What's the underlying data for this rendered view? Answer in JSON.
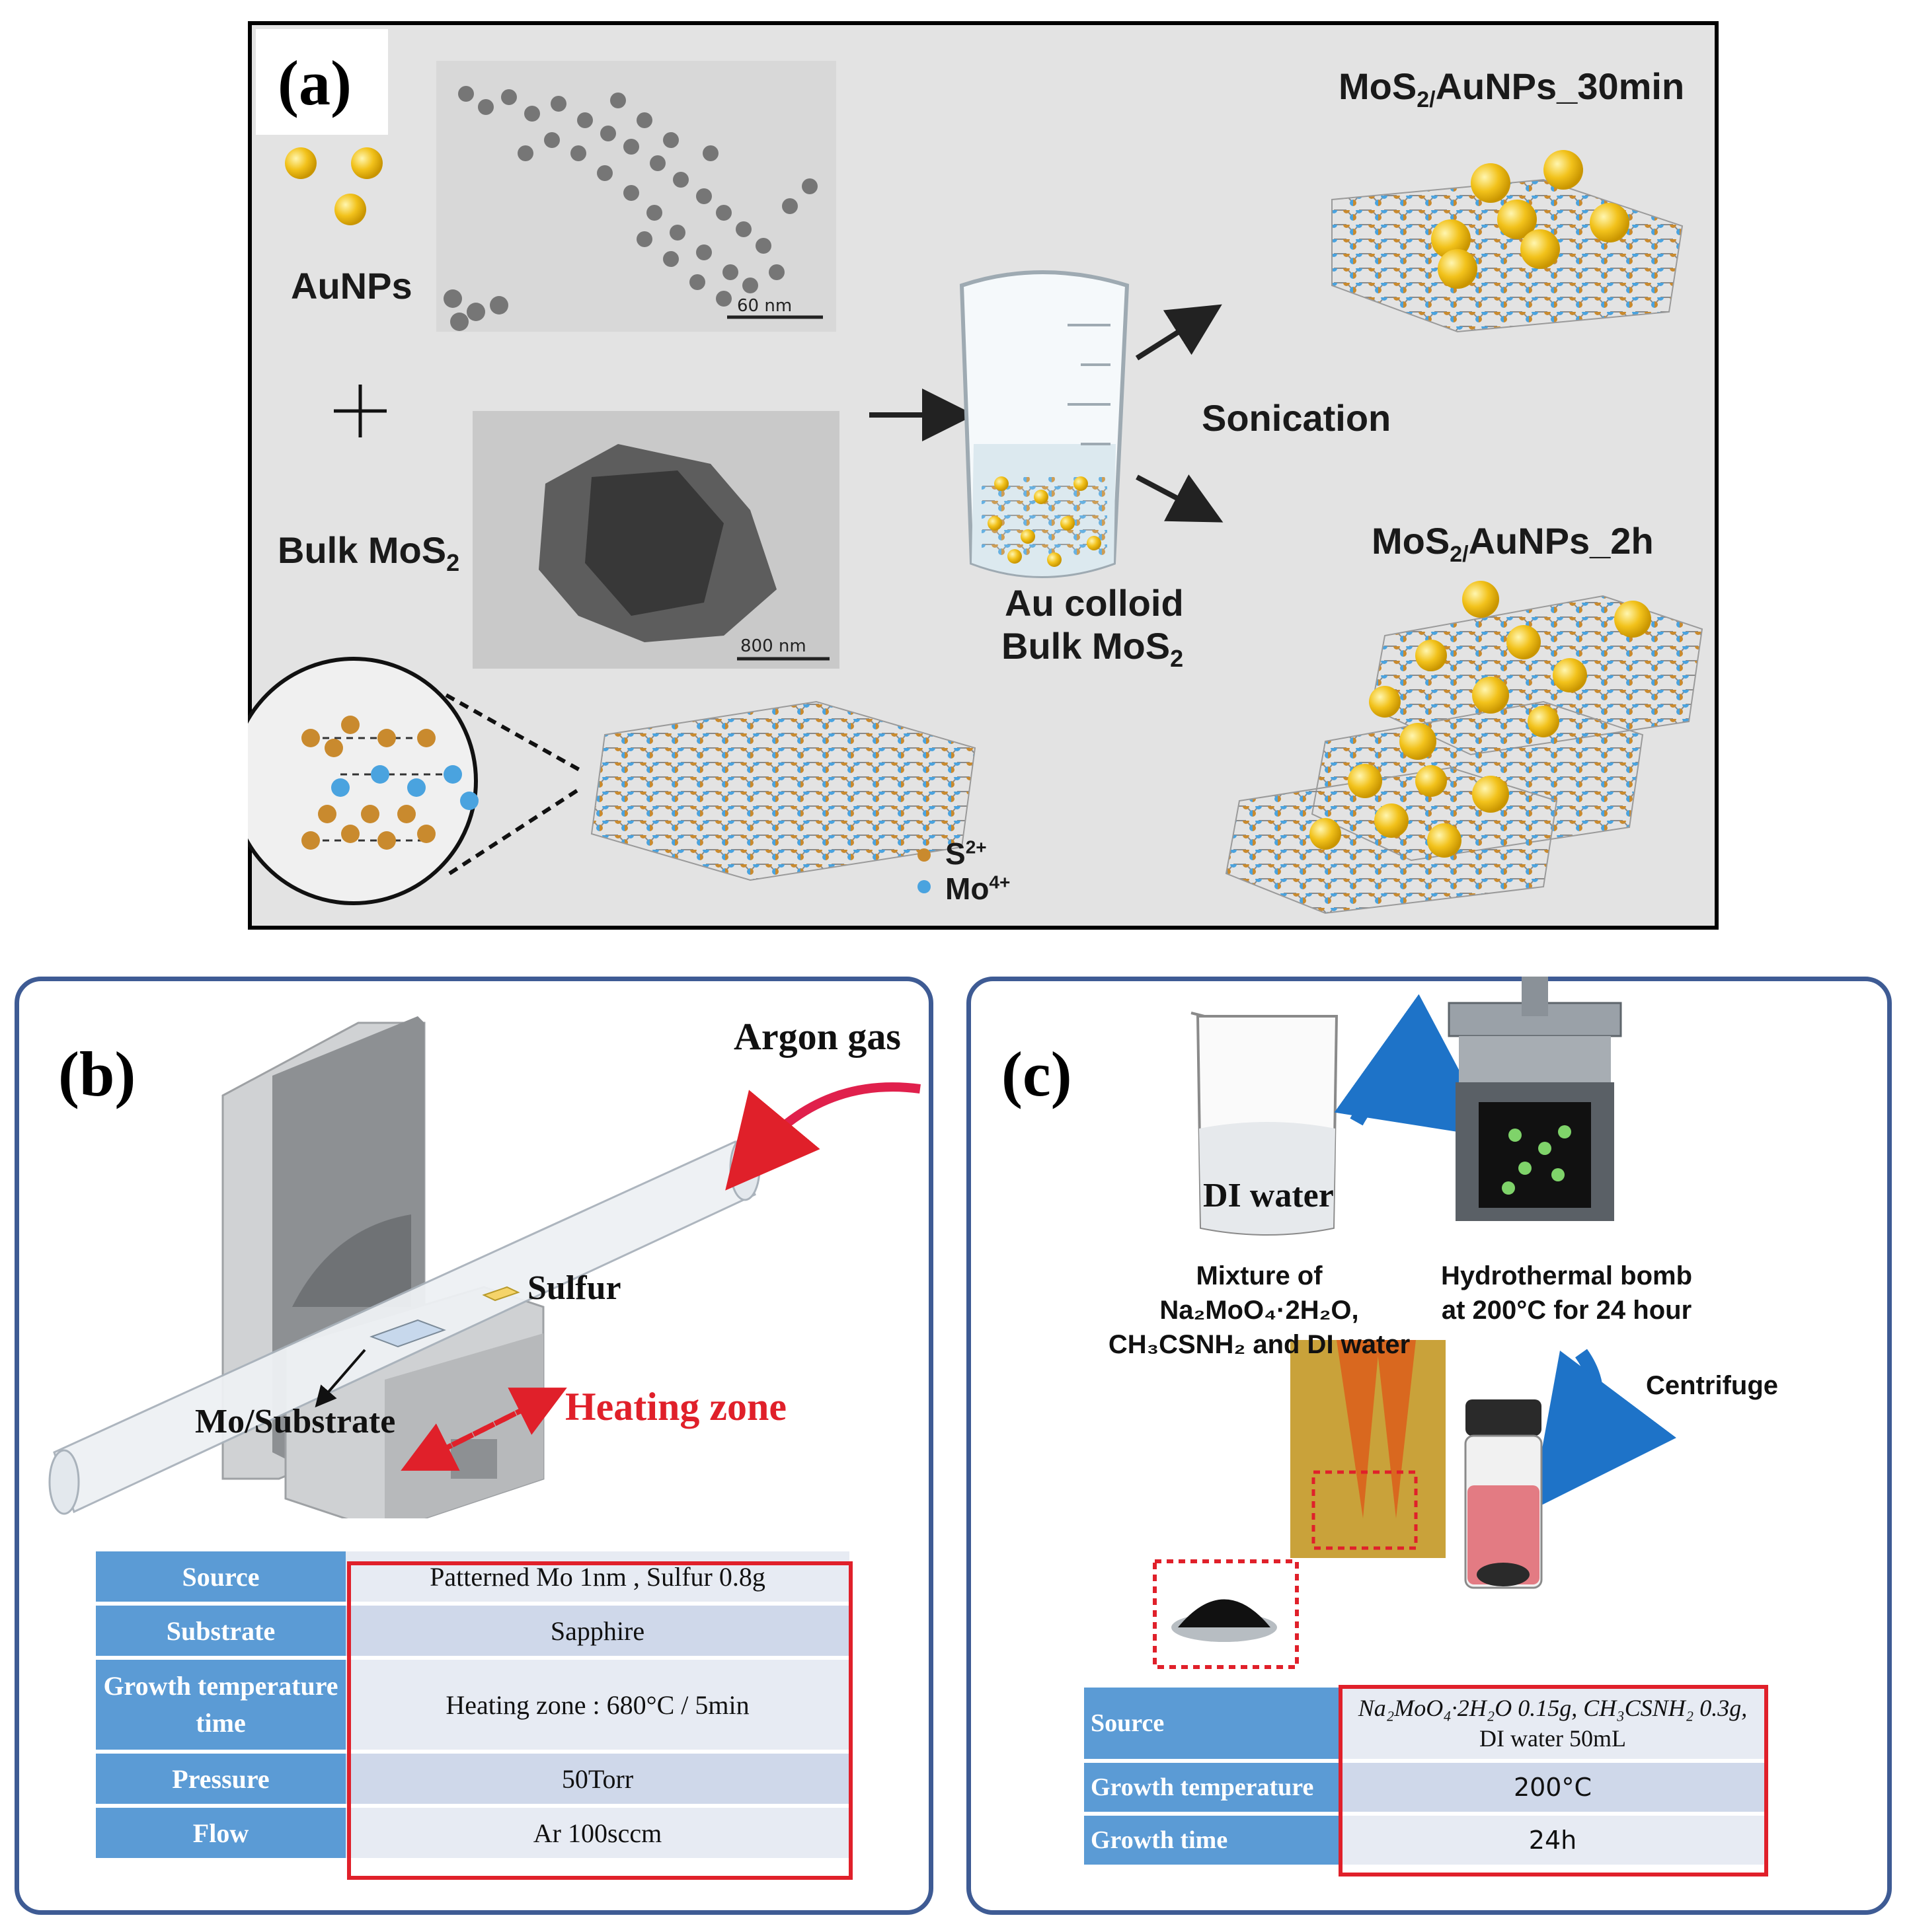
{
  "panel_a": {
    "label": "(a)",
    "aunps_label": "AuNPs",
    "tem1_scale": "60 nm",
    "plus": "+",
    "bulk_label": "Bulk MoS",
    "bulk_sub": "2",
    "tem2_scale": "800 nm",
    "beaker_line1": "Au colloid",
    "beaker_line2": "Bulk MoS",
    "beaker_sub": "2",
    "sonication": "Sonication",
    "product1_pre": "MoS",
    "product1_sub": "2/",
    "product1_post": "AuNPs_30min",
    "product2_pre": "MoS",
    "product2_sub": "2/",
    "product2_post": "AuNPs_2h",
    "legend_s": "S",
    "legend_s_sup": "2+",
    "legend_mo": "Mo",
    "legend_mo_sup": "4+",
    "colors": {
      "gold": "#f2c21b",
      "sulfur": "#c98a2e",
      "mo": "#4aa3df"
    }
  },
  "panel_b": {
    "label": "(b)",
    "argon": "Argon gas",
    "sulfur": "Sulfur",
    "mo_substrate": "Mo/Substrate",
    "heating_zone": "Heating zone",
    "table": [
      {
        "key": "Source",
        "value": "Patterned Mo 1nm , Sulfur 0.8g"
      },
      {
        "key": "Substrate",
        "value": "Sapphire"
      },
      {
        "key": "Growth temperature time",
        "value": "Heating zone : 680°C / 5min"
      },
      {
        "key": "Pressure",
        "value": "50Torr"
      },
      {
        "key": "Flow",
        "value": "Ar 100sccm"
      }
    ]
  },
  "panel_c": {
    "label": "(c)",
    "di_water": "DI water",
    "mixture_line1": "Mixture of Na₂MoO₄·2H₂O,",
    "mixture_line2": "CH₃CSNH₂ and DI water",
    "bomb_line1": "Hydrothermal bomb",
    "bomb_line2": "at 200°C for 24 hour",
    "centrifuge": "Centrifuge",
    "table": [
      {
        "key": "Source",
        "value_line1": "Na₂MoO₄·2H₂O 0.15g, CH₃CSNH₂ 0.3g,",
        "value_line2": "DI water 50mL"
      },
      {
        "key": "Growth temperature",
        "value_line1": "200°C",
        "value_line2": ""
      },
      {
        "key": "Growth time",
        "value_line1": "24h",
        "value_line2": ""
      }
    ]
  }
}
